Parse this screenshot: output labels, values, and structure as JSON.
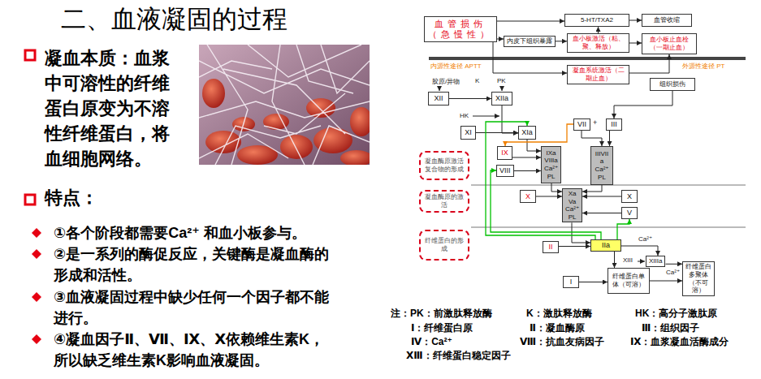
{
  "diagram": {
    "title": "二、血液凝固的过程",
    "nodes": [
      {
        "text": [
          "血管损伤（急慢性）"
        ]
      },
      {
        "text": [
          "5-HT/TXA2"
        ]
      },
      {
        "text": [
          "血管收缩"
        ]
      },
      {
        "text": [
          "内皮下组织暴露"
        ]
      },
      {
        "text": [
          "血小板激活（粘、聚、释放）"
        ]
      },
      {
        "text": [
          "血小板止血栓（一期止血）"
        ]
      },
      {
        "text": [
          "凝血系统激活（二期止血）"
        ]
      },
      {
        "text": [
          "组织损伤"
        ]
      },
      {
        "text": [
          "XII"
        ]
      },
      {
        "text": [
          "XIIa"
        ]
      },
      {
        "text": [
          "XI"
        ]
      },
      {
        "text": [
          "XIa"
        ]
      },
      {
        "text": [
          "VII"
        ]
      },
      {
        "text": [
          "III"
        ]
      },
      {
        "text": [
          "IX"
        ]
      },
      {
        "text": [
          "IXa VIIIa Ca²⁺ PL"
        ]
      },
      {
        "text": [
          "VIII"
        ]
      },
      {
        "text": [
          "IIIVII a Ca²⁺ PL"
        ]
      },
      {
        "text": [
          "凝血酶原激活复合物的形成"
        ]
      },
      {
        "text": [
          "凝血酶原的激活"
        ]
      },
      {
        "text": [
          "纤维蛋白的形成"
        ]
      },
      {
        "text": [
          "X"
        ]
      },
      {
        "text": [
          "Xa Va Ca²⁺ PL"
        ]
      },
      {
        "text": [
          "X"
        ]
      },
      {
        "text": [
          "V"
        ]
      },
      {
        "text": [
          "II"
        ]
      },
      {
        "text": [
          "IIa"
        ]
      },
      {
        "text": [
          "XIIIa"
        ]
      },
      {
        "text": [
          "I"
        ]
      },
      {
        "text": [
          "纤维蛋白单体（可溶）"
        ]
      },
      {
        "text": [
          "纤维蛋白多聚体（不可溶）"
        ]
      }
    ],
    "edges": [
      {
        "from": 0,
        "to": 1,
        "arrow": "to"
      },
      {
        "from": 1,
        "to": 2,
        "arrow": "to"
      },
      {
        "from": 0,
        "to": 3,
        "arrow": "to"
      },
      {
        "from": 3,
        "to": 4,
        "arrow": "to"
      },
      {
        "from": 4,
        "to": 1,
        "arrow": "to"
      },
      {
        "from": 4,
        "to": 5,
        "arrow": "to"
      },
      {
        "from": 0,
        "to": 6,
        "arrow": "to"
      },
      {
        "from": 6,
        "to": 5,
        "arrow": "to"
      },
      {
        "from": 7,
        "to": 13,
        "arrow": "to"
      },
      {
        "from": 8,
        "to": 9,
        "arrow": "to"
      },
      {
        "from": 9,
        "to": 11,
        "arrow": "to"
      },
      {
        "from": 10,
        "to": 11,
        "arrow": "to"
      },
      {
        "from": 11,
        "to": 15,
        "arrow": "to"
      },
      {
        "from": 14,
        "to": 15,
        "arrow": "to"
      },
      {
        "from": 16,
        "to": 15,
        "arrow": "to"
      },
      {
        "from": 12,
        "to": 17,
        "arrow": "to"
      },
      {
        "from": 13,
        "to": 17,
        "arrow": "to"
      },
      {
        "from": 12,
        "to": 14,
        "arrow": "to"
      },
      {
        "from": 15,
        "to": 22,
        "arrow": "to"
      },
      {
        "from": 21,
        "to": 22,
        "arrow": "to"
      },
      {
        "from": 17,
        "to": 22,
        "arrow": "to"
      },
      {
        "from": 23,
        "to": 22,
        "arrow": "to"
      },
      {
        "from": 24,
        "to": 22,
        "arrow": "to"
      },
      {
        "from": 22,
        "to": 26,
        "arrow": "to"
      },
      {
        "from": 25,
        "to": 26,
        "arrow": "to"
      },
      {
        "from": 26,
        "to": 29,
        "arrow": "to"
      },
      {
        "from": 28,
        "to": 29,
        "arrow": "to"
      },
      {
        "from": 29,
        "to": 30,
        "arrow": "to"
      },
      {
        "from": 27,
        "to": 30,
        "arrow": "to"
      },
      {
        "from": 26,
        "to": 27,
        "arrow": "to"
      },
      {
        "from": 26,
        "to": 11,
        "arrow": "to"
      },
      {
        "from": 26,
        "to": 16,
        "arrow": "to"
      },
      {
        "from": 26,
        "to": 24,
        "arrow": "to"
      }
    ],
    "labels": [
      "凝血本质：血浆中可溶性的纤维蛋白原变为不溶性纤维蛋白，将血细胞网络。",
      "特点：",
      "①各个阶段都需要Ca²⁺ 和血小板参与。",
      "②是一系列的酶促反应，关键酶是凝血酶的形成和活性。",
      "③血液凝固过程中缺少任何一个因子都不能进行。",
      "④凝血因子Ⅱ、Ⅶ、Ⅸ、Ⅹ依赖维生素K，所以缺乏维生素K影响血液凝固。",
      "内源性途径 APTT",
      "外源性途径 PT",
      "胶原/异物",
      "K",
      "PK",
      "HK",
      "+",
      "Ca²⁺",
      "XIII",
      "Ca²⁺",
      "注：PK：前激肽释放酶",
      "K：激肽释放酶",
      "HK：高分子激肽原",
      "Ⅰ：纤维蛋白原",
      "Ⅱ：凝血酶原",
      "Ⅲ：组织因子",
      "Ⅳ：Ca²⁺",
      "Ⅷ：抗血友病因子",
      "Ⅸ：血浆凝血活酶成分",
      "ⅩⅢ：纤维蛋白稳定因子"
    ]
  }
}
